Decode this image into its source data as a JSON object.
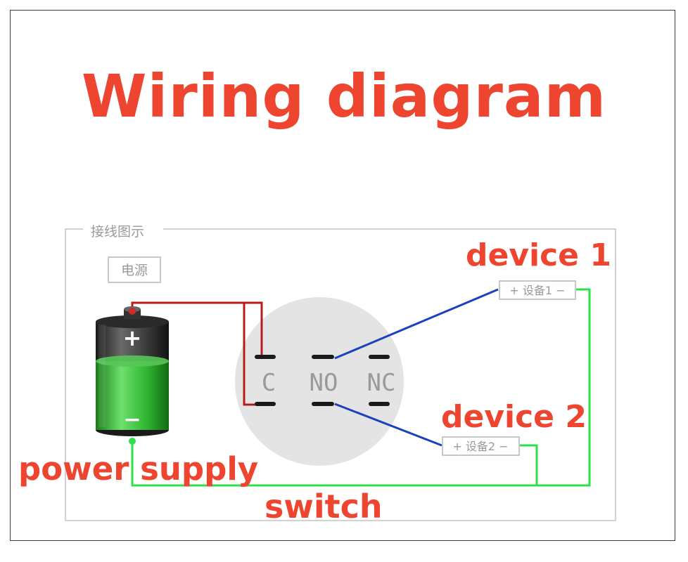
{
  "title": "Wiring diagram",
  "inset": {
    "caption": "接线图示",
    "power_box": "电源",
    "device1_box": "+ 设备1 −",
    "device2_box": "+ 设备2 −"
  },
  "battery": {
    "plus": "+",
    "minus": "−"
  },
  "switch_pins": {
    "c": "C",
    "no": "NO",
    "nc": "NC"
  },
  "labels": {
    "device1": "device 1",
    "device2": "device 2",
    "power_supply": "power supply",
    "switch": "switch"
  },
  "colors": {
    "title_red": "#ee4530",
    "positive_wire": "#b51c1c",
    "device_wire": "#1c40c0",
    "ground_wire": "#2ee04a",
    "battery_green": "#2fb52f",
    "switch_body": "#e4e4e4"
  }
}
